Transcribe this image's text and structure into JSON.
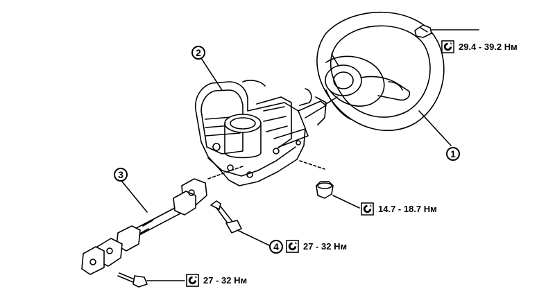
{
  "callouts": {
    "steering_wheel": "1",
    "steering_column": "2",
    "lower_shaft": "3",
    "bolt": "4"
  },
  "torques": {
    "wheel_nut": "29.4 - 39.2 Нм",
    "column_nut": "14.7 - 18.7 Нм",
    "shaft_bolt": "27 - 32 Нм",
    "joint_bolt": "27 - 32 Нм"
  },
  "icons": {
    "torque": "torque-wrench-icon"
  }
}
